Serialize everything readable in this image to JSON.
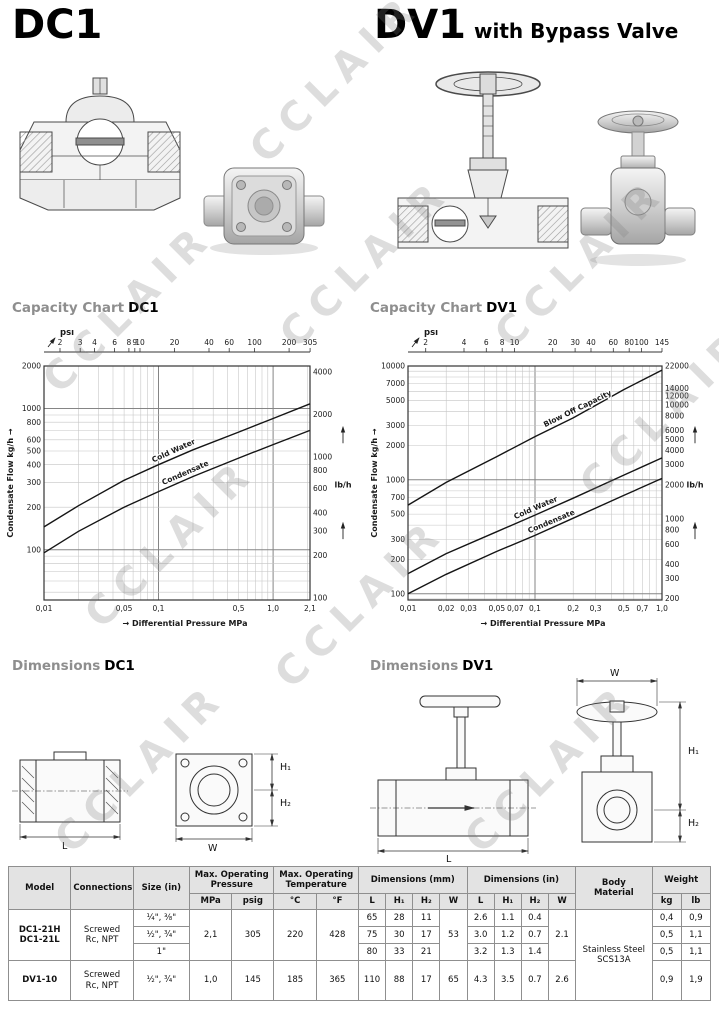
{
  "page": {
    "watermark": "CCLAIR"
  },
  "header": {
    "left_title": "DC1",
    "right_title": "DV1",
    "right_subtitle": "with Bypass Valve"
  },
  "sections": {
    "capacity_dc1_prefix": "Capacity Chart",
    "capacity_dc1_name": "DC1",
    "capacity_dv1_prefix": "Capacity Chart",
    "capacity_dv1_name": "DV1",
    "dimensions_dc1_prefix": "Dimensions",
    "dimensions_dc1_name": "DC1",
    "dimensions_dv1_prefix": "Dimensions",
    "dimensions_dv1_name": "DV1"
  },
  "dim_labels": {
    "L": "L",
    "W": "W",
    "H1": "H₁",
    "H2": "H₂"
  },
  "chart_data": [
    {
      "id": "chart-dc1",
      "type": "line",
      "title": "Capacity Chart DC1",
      "x_axis": {
        "label": "Differential Pressure MPa",
        "scale": "log",
        "range": [
          0.01,
          2.1
        ],
        "ticks": [
          {
            "v": 0.01,
            "label": "0,01"
          },
          {
            "v": 0.05,
            "label": "0,05"
          },
          {
            "v": 0.1,
            "label": "0,1"
          },
          {
            "v": 0.5,
            "label": "0,5"
          },
          {
            "v": 1.0,
            "label": "1,0"
          },
          {
            "v": 2.1,
            "label": "2,1"
          }
        ]
      },
      "top_axis": {
        "label": "psi",
        "unit_per_mpa": 145.04,
        "ticks": [
          2,
          3,
          4,
          6,
          8,
          9,
          10,
          20,
          40,
          60,
          100,
          200,
          305
        ]
      },
      "y_axis": {
        "label": "Condensate Flow kg/h",
        "scale": "log",
        "range": [
          44,
          2000
        ],
        "ticks": [
          2000,
          1000,
          800,
          600,
          500,
          400,
          300,
          200,
          100
        ]
      },
      "right_axis": {
        "label": "lb/h",
        "kg_per_lb": 2.2046,
        "ticks": [
          4000,
          2000,
          1000,
          800,
          600,
          400,
          300,
          200,
          100
        ]
      },
      "grid": true,
      "legend_position": "on-curve",
      "series": [
        {
          "name": "Cold Water",
          "label_x": 0.09,
          "points": [
            [
              0.01,
              145
            ],
            [
              0.02,
              205
            ],
            [
              0.05,
              310
            ],
            [
              0.1,
              400
            ],
            [
              0.2,
              510
            ],
            [
              0.5,
              680
            ],
            [
              1.0,
              850
            ],
            [
              2.1,
              1080
            ]
          ]
        },
        {
          "name": "Condensate",
          "label_x": 0.11,
          "points": [
            [
              0.01,
              95
            ],
            [
              0.02,
              135
            ],
            [
              0.05,
              200
            ],
            [
              0.1,
              258
            ],
            [
              0.2,
              330
            ],
            [
              0.5,
              445
            ],
            [
              1.0,
              555
            ],
            [
              2.1,
              700
            ]
          ]
        }
      ]
    },
    {
      "id": "chart-dv1",
      "type": "line",
      "title": "Capacity Chart DV1",
      "x_axis": {
        "label": "Differential Pressure MPa",
        "scale": "log",
        "range": [
          0.01,
          1.0
        ],
        "ticks": [
          {
            "v": 0.01,
            "label": "0,01"
          },
          {
            "v": 0.02,
            "label": "0,02"
          },
          {
            "v": 0.03,
            "label": "0,03"
          },
          {
            "v": 0.05,
            "label": "0,05"
          },
          {
            "v": 0.07,
            "label": "0,07"
          },
          {
            "v": 0.1,
            "label": "0,1"
          },
          {
            "v": 0.2,
            "label": "0,2"
          },
          {
            "v": 0.3,
            "label": "0,3"
          },
          {
            "v": 0.5,
            "label": "0,5"
          },
          {
            "v": 0.7,
            "label": "0,7"
          },
          {
            "v": 1.0,
            "label": "1,0"
          }
        ]
      },
      "top_axis": {
        "label": "psi",
        "unit_per_mpa": 145.04,
        "ticks": [
          2,
          4,
          6,
          8,
          10,
          20,
          30,
          40,
          60,
          80,
          100,
          145
        ]
      },
      "y_axis": {
        "label": "Condensate Flow kg/h",
        "scale": "log",
        "range": [
          88,
          10000
        ],
        "ticks": [
          10000,
          7000,
          5000,
          3000,
          2000,
          1000,
          700,
          500,
          300,
          200,
          100
        ]
      },
      "right_axis": {
        "label": "lb/h",
        "kg_per_lb": 2.2046,
        "ticks": [
          22000,
          14000,
          12000,
          10000,
          8000,
          6000,
          5000,
          4000,
          3000,
          2000,
          1000,
          800,
          600,
          400,
          300,
          200
        ]
      },
      "grid": true,
      "legend_position": "on-curve",
      "series": [
        {
          "name": "Blow Off Capacity",
          "label_x": 0.12,
          "points": [
            [
              0.01,
              600
            ],
            [
              0.02,
              950
            ],
            [
              0.05,
              1600
            ],
            [
              0.1,
              2400
            ],
            [
              0.2,
              3500
            ],
            [
              0.5,
              6200
            ],
            [
              1.0,
              9200
            ]
          ]
        },
        {
          "name": "Cold Water",
          "label_x": 0.07,
          "points": [
            [
              0.01,
              150
            ],
            [
              0.02,
              225
            ],
            [
              0.05,
              350
            ],
            [
              0.1,
              490
            ],
            [
              0.2,
              690
            ],
            [
              0.5,
              1100
            ],
            [
              1.0,
              1560
            ]
          ]
        },
        {
          "name": "Condensate",
          "label_x": 0.09,
          "points": [
            [
              0.01,
              100
            ],
            [
              0.02,
              148
            ],
            [
              0.05,
              235
            ],
            [
              0.1,
              325
            ],
            [
              0.2,
              460
            ],
            [
              0.5,
              730
            ],
            [
              1.0,
              1030
            ]
          ]
        }
      ]
    }
  ],
  "table": {
    "header": {
      "model": "Model",
      "connections": "Connections",
      "size": "Size (in)",
      "pressure": "Max. Operating\nPressure",
      "temperature": "Max. Operating\nTemperature",
      "dim_mm": "Dimensions (mm)",
      "dim_in": "Dimensions (in)",
      "body_material": "Body\nMaterial",
      "weight": "Weight",
      "mpa": "MPa",
      "psig": "psig",
      "degc": "°C",
      "degf": "°F",
      "l": "L",
      "h1": "H₁",
      "h2": "H₂",
      "w": "W",
      "kg": "kg",
      "lb": "lb"
    },
    "dc1_group": {
      "model": "DC1-21H\nDC1-21L",
      "connections": "Screwed\nRc, NPT",
      "mpa": "2,1",
      "psig": "305",
      "degc": "220",
      "degf": "428",
      "w_mm": "53",
      "w_in": "2.1",
      "rows": [
        {
          "size": "¼\", ⅜\"",
          "l_mm": "65",
          "h1_mm": "28",
          "h2_mm": "11",
          "l_in": "2.6",
          "h1_in": "1.1",
          "h2_in": "0.4",
          "kg": "0,4",
          "lb": "0,9"
        },
        {
          "size": "½\", ¾\"",
          "l_mm": "75",
          "h1_mm": "30",
          "h2_mm": "17",
          "l_in": "3.0",
          "h1_in": "1.2",
          "h2_in": "0.7",
          "kg": "0,5",
          "lb": "1,1"
        },
        {
          "size": "1\"",
          "l_mm": "80",
          "h1_mm": "33",
          "h2_mm": "21",
          "l_in": "3.2",
          "h1_in": "1.3",
          "h2_in": "1.4",
          "kg": "0,5",
          "lb": "1,1"
        }
      ]
    },
    "dv1_row": {
      "model": "DV1-10",
      "connections": "Screwed\nRc, NPT",
      "size": "½\", ¾\"",
      "mpa": "1,0",
      "psig": "145",
      "degc": "185",
      "degf": "365",
      "l_mm": "110",
      "h1_mm": "88",
      "h2_mm": "17",
      "w_mm": "65",
      "l_in": "4.3",
      "h1_in": "3.5",
      "h2_in": "0.7",
      "w_in": "2.6",
      "kg": "0,9",
      "lb": "1,9"
    },
    "body_material": "Stainless Steel\nSCS13A"
  }
}
